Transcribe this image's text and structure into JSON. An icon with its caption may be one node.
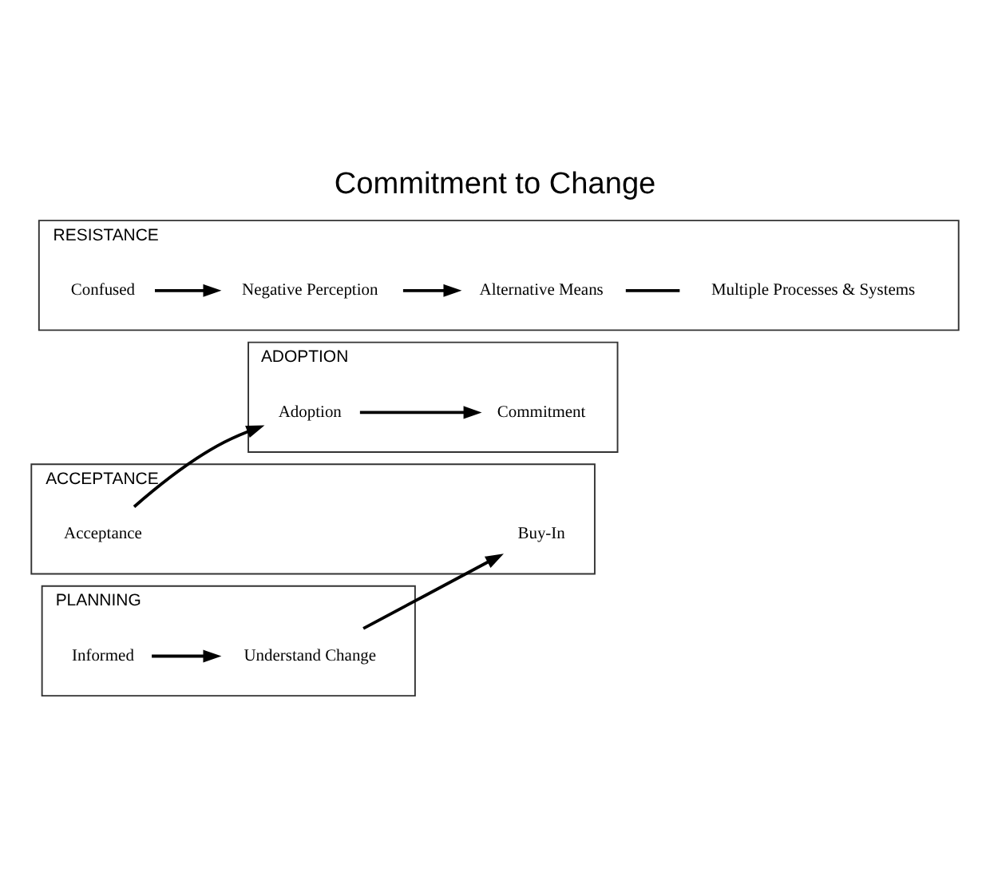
{
  "diagram": {
    "title": "Commitment to Change",
    "nodes": [
      {
        "text": [
          "ADOPTION"
        ]
      },
      {
        "text": [
          "Adoption"
        ],
        "in": 0
      },
      {
        "text": [
          "Commitment"
        ],
        "in": 0
      },
      {
        "text": [
          "ACCEPTANCE"
        ]
      },
      {
        "text": [
          "Acceptance"
        ],
        "in": 3
      },
      {
        "text": [
          "Buy-In"
        ],
        "in": 3
      },
      {
        "text": [
          "PLANNING"
        ]
      },
      {
        "text": [
          "Understand Change"
        ],
        "in": 6
      },
      {
        "text": [
          "Informed"
        ],
        "in": 6
      },
      {
        "text": [
          "RESISTANCE"
        ]
      },
      {
        "text": [
          "Confused"
        ],
        "in": 9
      },
      {
        "text": [
          "Negative Perception"
        ],
        "in": 9
      },
      {
        "text": [
          "Alternative Means"
        ],
        "in": 9
      },
      {
        "text": [
          "Multiple Processes & Systems"
        ],
        "in": 9
      }
    ],
    "edges": [
      {
        "from": 8,
        "to": 7,
        "arrow": "to"
      },
      {
        "from": 7,
        "to": 5,
        "arrow": "to"
      },
      {
        "from": 4,
        "to": 1,
        "arrow": "to"
      },
      {
        "from": 1,
        "to": 2,
        "arrow": "to"
      },
      {
        "from": 10,
        "to": 11,
        "arrow": "to"
      },
      {
        "from": 11,
        "to": 12,
        "arrow": "to"
      },
      {
        "from": 12,
        "to": 13,
        "arrow": "none"
      }
    ]
  }
}
